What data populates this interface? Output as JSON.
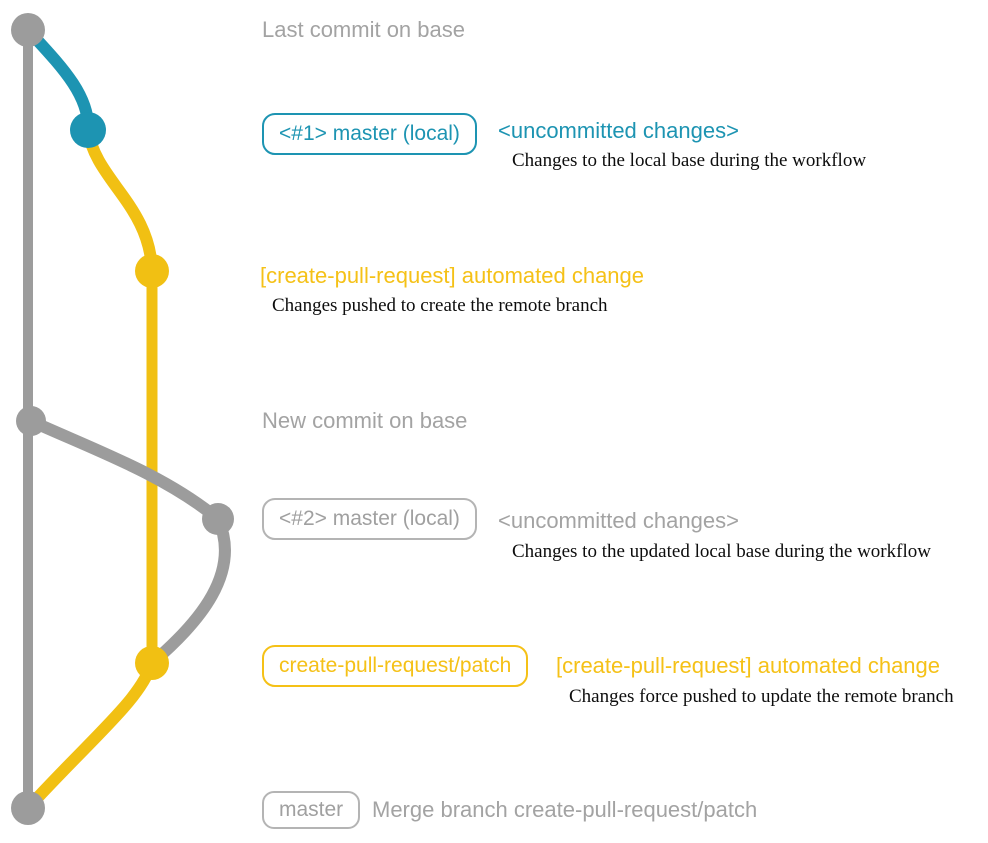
{
  "colors": {
    "graph_gray": "#9c9c9c",
    "graph_teal": "#1d94b2",
    "graph_yellow": "#f1c013",
    "text_gray": "#a3a3a3",
    "text_teal": "#1d94b2",
    "text_yellow": "#f5c117",
    "desc_black": "#0d0d0d",
    "badge_gray_border": "#b4b4b4",
    "background": "#ffffff"
  },
  "annotations": {
    "last_commit_on_base": "Last commit on base",
    "new_commit_on_base": "New commit on base",
    "section1": {
      "badge": "<#1> master (local)",
      "title": "<uncommitted changes>",
      "desc": "Changes to the local base during the workflow"
    },
    "section2": {
      "title": "[create-pull-request] automated change",
      "desc": "Changes pushed to create the remote branch"
    },
    "section3": {
      "badge": "<#2> master (local)",
      "title": "<uncommitted changes>",
      "desc": "Changes to the updated local base during the workflow"
    },
    "section4": {
      "badge": "create-pull-request/patch",
      "title": "[create-pull-request] automated change",
      "desc": "Changes force pushed to update the remote branch"
    },
    "section5": {
      "badge": "master",
      "label": "Merge branch create-pull-request/patch"
    }
  }
}
